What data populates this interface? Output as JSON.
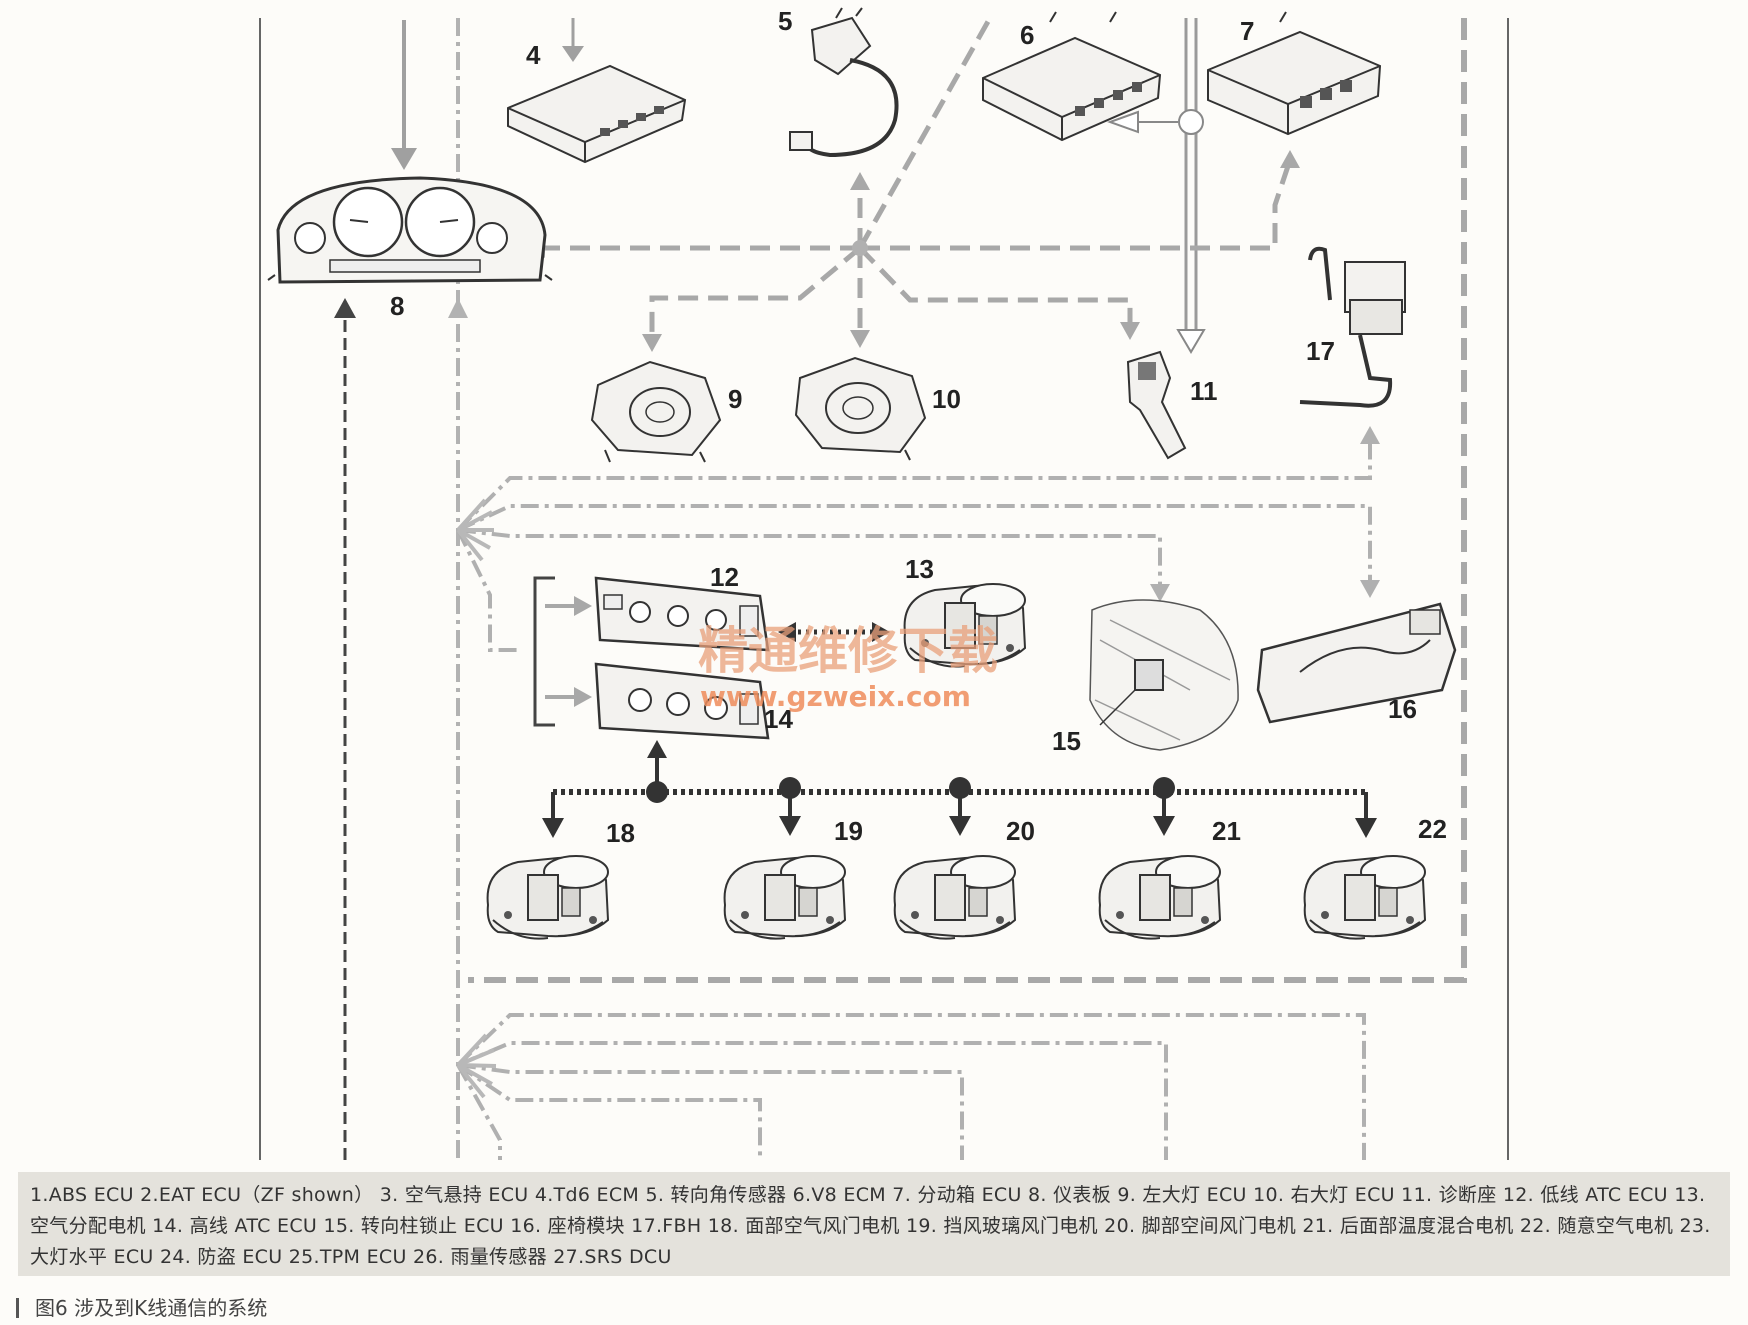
{
  "labels": [
    "4",
    "5",
    "6",
    "7",
    "8",
    "9",
    "10",
    "11",
    "12",
    "13",
    "14",
    "15",
    "16",
    "17",
    "18",
    "19",
    "20",
    "21",
    "22"
  ],
  "watermark": {
    "cn": "精通维修下载",
    "url": "www.gzweix.com"
  },
  "legend": "1.ABS ECU 2.EAT ECU（ZF shown） 3. 空气悬持 ECU 4.Td6 ECM 5. 转向角传感器 6.V8 ECM 7. 分动箱 ECU 8. 仪表板 9. 左大灯 ECU 10. 右大灯 ECU 11. 诊断座 12. 低线 ATC ECU 13. 空气分配电机 14. 高线 ATC ECU 15. 转向柱锁止 ECU 16. 座椅模块 17.FBH 18. 面部空气风门电机 19. 挡风玻璃风门电机 20. 脚部空间风门电机 21. 后面部温度混合电机 22. 随意空气电机 23. 大灯水平 ECU 24. 防盗 ECU 25.TPM ECU 26. 雨量传感器 27.SRS DCU",
  "caption": "图6 涉及到K线通信的系统"
}
